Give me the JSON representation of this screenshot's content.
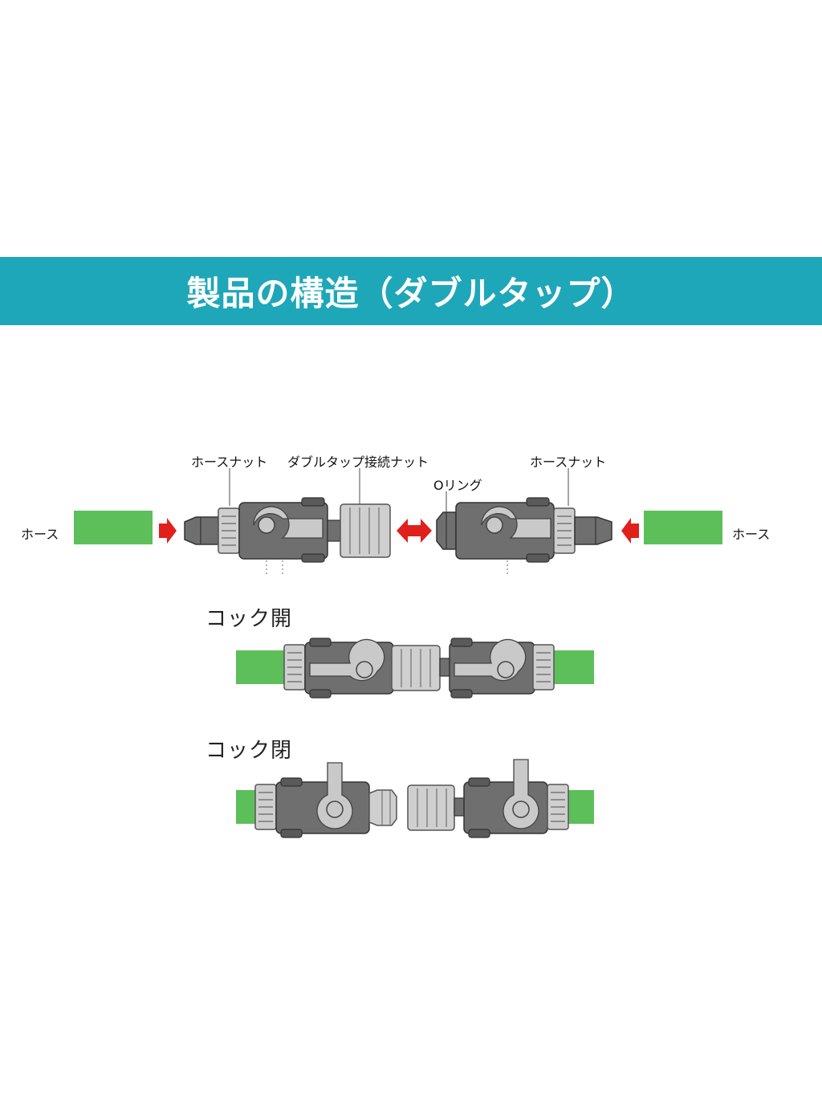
{
  "header": {
    "title": "製品の構造（ダブルタップ）"
  },
  "labels": {
    "hose_nut_left": "ホースナット",
    "double_tap_nut": "ダブルタップ接続ナット",
    "hose_nut_right": "ホースナット",
    "o_ring": "Oリング",
    "hose_left": "ホース",
    "hose_right": "ホース"
  },
  "sections": {
    "open_title": "コック開",
    "closed_title": "コック閉"
  },
  "colors": {
    "banner": "#1ea7b8",
    "hose_green": "#5cbf5a",
    "body_gray": "#6f6f6f",
    "body_dark": "#4a4a4a",
    "light_gray": "#c9c9c9",
    "arrow_red": "#e0201b"
  }
}
